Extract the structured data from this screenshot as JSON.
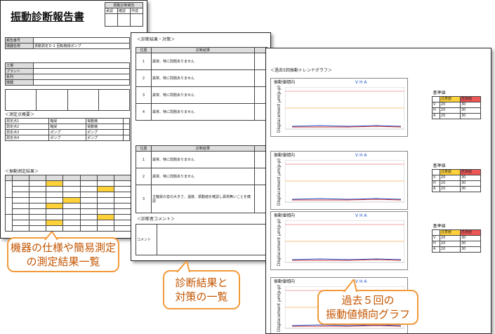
{
  "sheet1": {
    "title": "振動診断報告書",
    "stamp": [
      "承認",
      "確認",
      "作成"
    ],
    "stamp_head": "振動診断報告",
    "info_labels": [
      "報告番号",
      "機器名称",
      "工場",
      "プラント",
      "系列",
      "機器"
    ],
    "info_values": [
      "",
      "振動測定Ｄ-1 回転機械ポンプ",
      "",
      "",
      "",
      ""
    ],
    "section_spec": "＜測定点概要＞",
    "section_result": "＜振動測定結果＞",
    "spec_rows": [
      [
        "測定点1",
        "軸受",
        "電動機"
      ],
      [
        "測定点2",
        "軸受",
        "電動機"
      ],
      [
        "測定点3",
        "ポンプ",
        "ポンプ"
      ],
      [
        "測定点4",
        "ポンプ",
        "ポンプ"
      ]
    ]
  },
  "sheet2": {
    "header": "＜診断結果・対策＞",
    "col_no": "位置",
    "col_result": "診断結果",
    "rows": [
      "異常、特に問題ありません",
      "異常、特に問題ありません",
      "異常、特に問題ありません",
      "異常、特に問題ありません"
    ],
    "rows2": [
      "異常、特に問題ありません",
      "異常、特に問題ありません"
    ],
    "note": "主軸受の音の大きさ、温度、振動値を確認し異常無いことを確認",
    "section_comment": "＜診断者コメント＞",
    "comment_label": "コメント"
  },
  "sheet3": {
    "header": "＜過去5回振動トレンドグラフ＞",
    "chart_title": "振動値傾向",
    "ylabel": "Displacement μm(p-p)",
    "legend": [
      "V",
      "H",
      "A"
    ],
    "table_title": "基準値",
    "table_head": [
      "",
      "注意値",
      "危険値"
    ],
    "table_rows": [
      [
        "V",
        "20",
        "30"
      ],
      [
        "H",
        "20",
        "30"
      ],
      [
        "A",
        "20",
        "30"
      ]
    ]
  },
  "callouts": {
    "c1": "機器の仕様や簡易測定\nの測定結果一覧",
    "c2": "診断結果と\n対策の一覧",
    "c3": "過去５回の\n振動値傾向グラフ"
  },
  "colors": {
    "callout_border": "#f29a3a",
    "callout_text": "#c45500",
    "caution": "#ffd23a",
    "danger": "#ee5555"
  }
}
